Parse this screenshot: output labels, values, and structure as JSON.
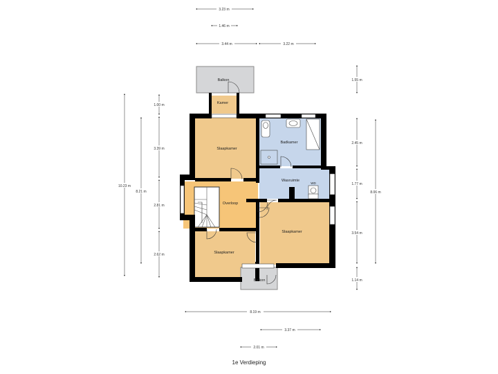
{
  "floor_title": "1e Verdieping",
  "colors": {
    "wall": "#000000",
    "bedroom": "#f0c98c",
    "landing": "#f6c578",
    "wet_room": "#c6d6eb",
    "balcony": "#d5d6d8",
    "fixture_fill": "#ffffff",
    "dimension_line": "#222222"
  },
  "rooms": {
    "balkon_top": "Balkon",
    "kamer": "Kamer",
    "slaapkamer_top": "Slaapkamer",
    "badkamer": "Badkamer",
    "overloop": "Overloop",
    "washroom": "Wasruimte",
    "wd": "WD",
    "slaapkamer_right": "Slaapkamer",
    "slaapkamer_bottom": "Slaapkamer",
    "balkon_bottom": "Balkon"
  },
  "dimensions": {
    "top_total": "3.23 m",
    "top_mid": "1.46 m",
    "top_left": "3.44 m",
    "top_right": "3.22 m",
    "left_total": "10.23 m",
    "left_inner": "8.21 m",
    "left_1": "1.00 m",
    "left_2": "3.39 m",
    "left_3": "2.81 m",
    "left_4": "2.62 m",
    "right_1": "1.55 m",
    "right_2": "2.45 m",
    "right_3": "1.77 m",
    "right_4": "3.54 m",
    "right_5": "1.14 m",
    "right_total": "8.06 m",
    "bottom_total": "8.19 m",
    "bottom_mid": "3.37 m",
    "bottom_small": "2.01 m"
  }
}
